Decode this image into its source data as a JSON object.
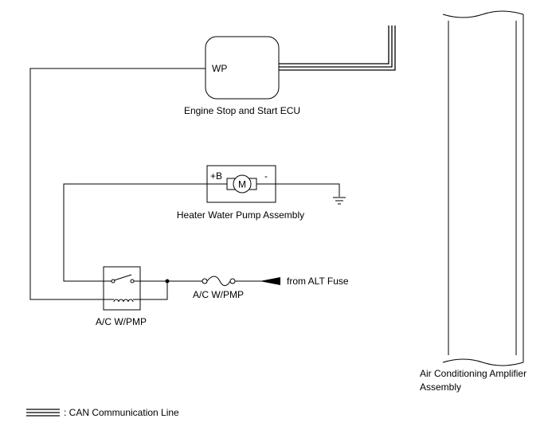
{
  "diagram": {
    "ecu": {
      "pin": "WP",
      "caption": "Engine Stop and Start ECU"
    },
    "pump": {
      "plus": "+B",
      "motor": "M",
      "minus": "-",
      "caption": "Heater Water Pump Assembly"
    },
    "relay": {
      "caption": "A/C W/PMP"
    },
    "fuse": {
      "caption": "A/C W/PMP"
    },
    "source": {
      "label": "from ALT Fuse"
    },
    "amplifier": {
      "caption_line1": "Air Conditioning Amplifier",
      "caption_line2": "Assembly"
    },
    "legend": {
      "label": ": CAN Communication Line"
    }
  }
}
